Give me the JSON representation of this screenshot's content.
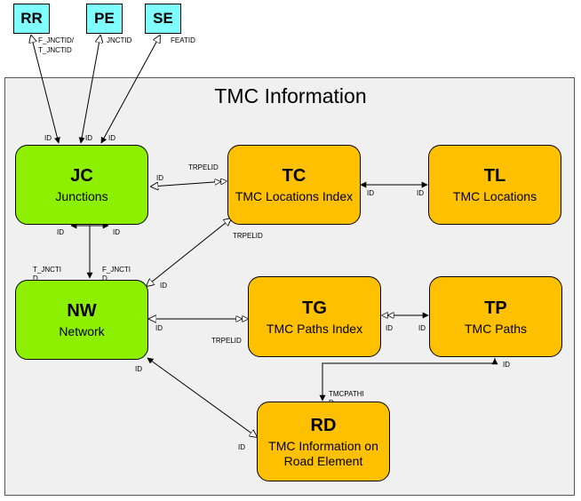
{
  "diagram_title": "TMC Information",
  "external_tables": [
    {
      "id": "rr",
      "code": "RR"
    },
    {
      "id": "pe",
      "code": "PE"
    },
    {
      "id": "se",
      "code": "SE"
    }
  ],
  "entities": [
    {
      "id": "jc",
      "code": "JC",
      "name": "Junctions",
      "color": "#8cf000"
    },
    {
      "id": "nw",
      "code": "NW",
      "name": "Network",
      "color": "#8cf000"
    },
    {
      "id": "tc",
      "code": "TC",
      "name": "TMC Locations Index",
      "color": "#ffc000"
    },
    {
      "id": "tl",
      "code": "TL",
      "name": "TMC Locations",
      "color": "#ffc000"
    },
    {
      "id": "tg",
      "code": "TG",
      "name": "TMC Paths Index",
      "color": "#ffc000"
    },
    {
      "id": "tp",
      "code": "TP",
      "name": "TMC Paths",
      "color": "#ffc000"
    },
    {
      "id": "rd",
      "code": "RD",
      "name": "TMC Information on Road Element",
      "color": "#ffc000"
    }
  ],
  "relations": [
    {
      "id": "rr-jc",
      "labels": [
        "F_JNCTID/",
        "T_JNCTID",
        "ID"
      ]
    },
    {
      "id": "pe-jc",
      "labels": [
        "JNCTID",
        "ID"
      ]
    },
    {
      "id": "se-jc",
      "labels": [
        "FEATID",
        "ID"
      ]
    },
    {
      "id": "jc-tc",
      "labels": [
        "ID",
        "TRPELID"
      ]
    },
    {
      "id": "tc-tl",
      "labels": [
        "ID",
        "ID"
      ]
    },
    {
      "id": "jc-nw",
      "labels": [
        "ID",
        "ID",
        "T_JNCTI",
        "D",
        "F_JNCTI",
        "D"
      ]
    },
    {
      "id": "nw-tc",
      "labels": [
        "ID",
        "TRPELID"
      ]
    },
    {
      "id": "nw-tg",
      "labels": [
        "ID",
        "TRPELID"
      ]
    },
    {
      "id": "tg-tp",
      "labels": [
        "ID",
        "ID"
      ]
    },
    {
      "id": "nw-rd",
      "labels": [
        "ID",
        "ID"
      ]
    },
    {
      "id": "tp-rd",
      "labels": [
        "ID",
        "TMCPATHI",
        "D"
      ]
    }
  ]
}
